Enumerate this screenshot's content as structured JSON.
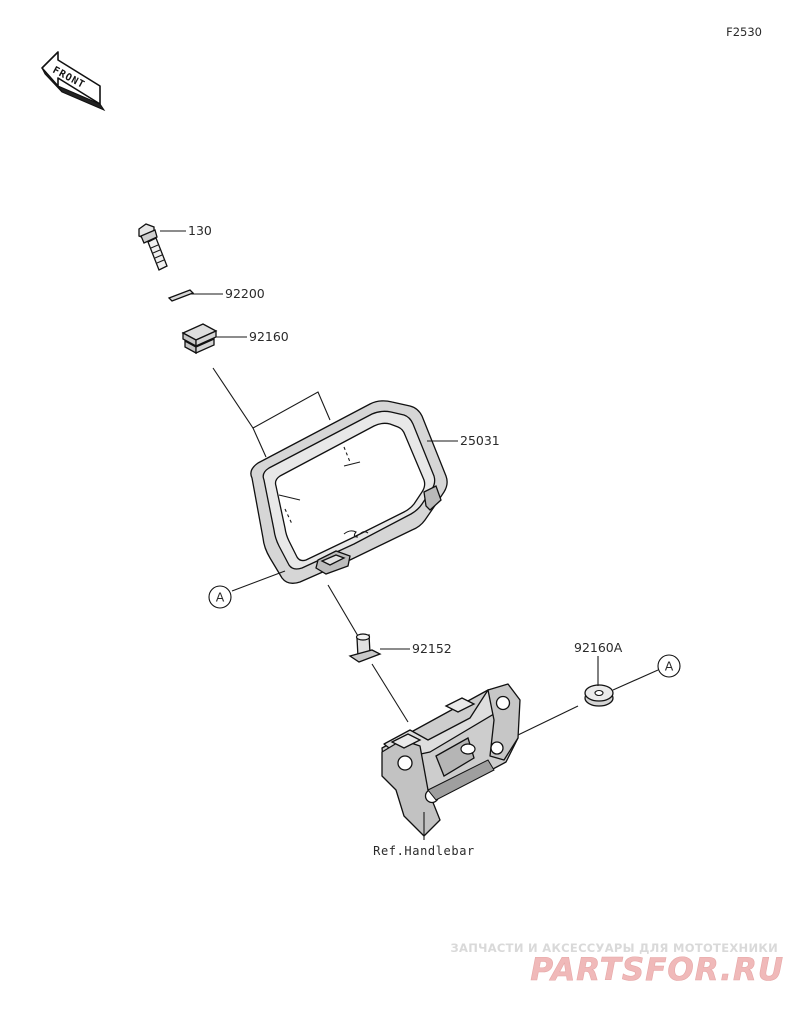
{
  "diagram": {
    "figure_code": "F2530",
    "front_label": "FRONT",
    "parts": [
      {
        "number": "130"
      },
      {
        "number": "92200"
      },
      {
        "number": "92160"
      },
      {
        "number": "25031"
      },
      {
        "number": "92152"
      },
      {
        "number": "92160A"
      }
    ],
    "callouts": [
      {
        "letter": "A"
      },
      {
        "letter": "A"
      }
    ],
    "reference_label": "Ref.Handlebar"
  },
  "watermark": {
    "tagline": "ЗАПЧАСТИ И АКСЕССУАРЫ ДЛЯ МОТОТЕХНИКИ",
    "brand": "PARTSFOR.RU",
    "brand_color": "#e9a3a3",
    "tagline_color": "#d6d6d6"
  },
  "colors": {
    "line": "#1a1a1a",
    "part_fill": "#dcdcdc",
    "part_shade": "#b9b9b9",
    "background": "#ffffff"
  }
}
